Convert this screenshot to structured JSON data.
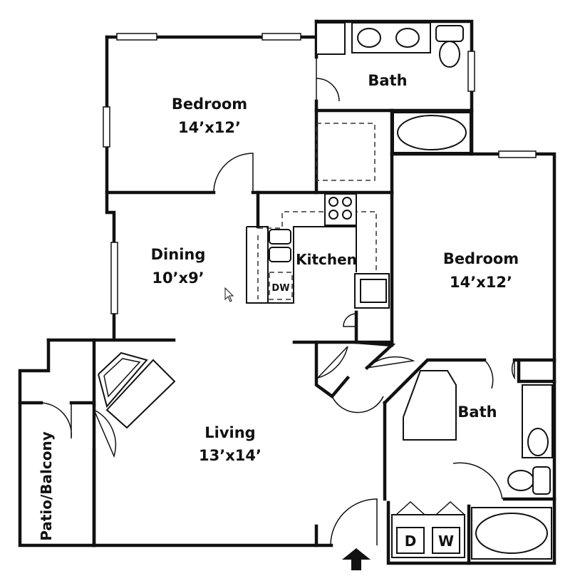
{
  "rooms": {
    "bedroom1": {
      "name": "Bedroom",
      "size": "14’x12’"
    },
    "bath1": {
      "name": "Bath"
    },
    "dining": {
      "name": "Dining",
      "size": "10’x9’"
    },
    "kitchen": {
      "name": "Kitchen"
    },
    "bedroom2": {
      "name": "Bedroom",
      "size": "14’x12’"
    },
    "bath2": {
      "name": "Bath"
    },
    "living": {
      "name": "Living",
      "size": "13’x14’"
    },
    "patio": {
      "name": "Patio/Balcony"
    }
  },
  "appliances": {
    "dishwasher": "DW",
    "dryer": "D",
    "washer": "W"
  }
}
